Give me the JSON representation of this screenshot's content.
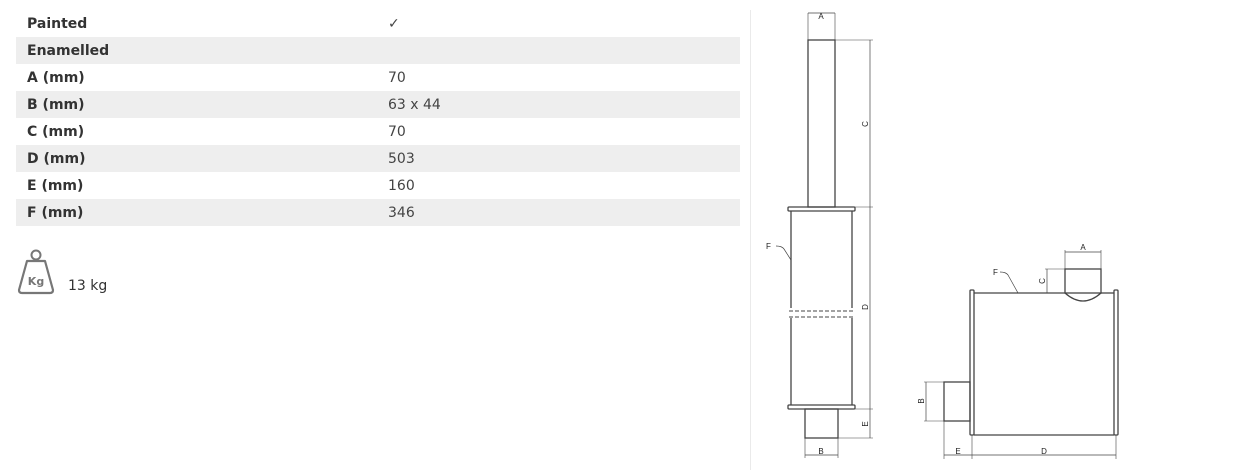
{
  "specs": [
    {
      "label": "Painted",
      "value": "✓"
    },
    {
      "label": "Enamelled",
      "value": ""
    },
    {
      "label": "A (mm)",
      "value": "70"
    },
    {
      "label": "B (mm)",
      "value": "63 x 44"
    },
    {
      "label": "C (mm)",
      "value": "70"
    },
    {
      "label": "D (mm)",
      "value": "503"
    },
    {
      "label": "E (mm)",
      "value": "160"
    },
    {
      "label": "F (mm)",
      "value": "346"
    }
  ],
  "weight": {
    "icon": "weight-kg-icon",
    "icon_text": "Kg",
    "value": "13 kg"
  },
  "drawing": {
    "labels": {
      "a": "A",
      "b": "B",
      "c": "C",
      "d": "D",
      "e": "E",
      "f": "F"
    }
  }
}
